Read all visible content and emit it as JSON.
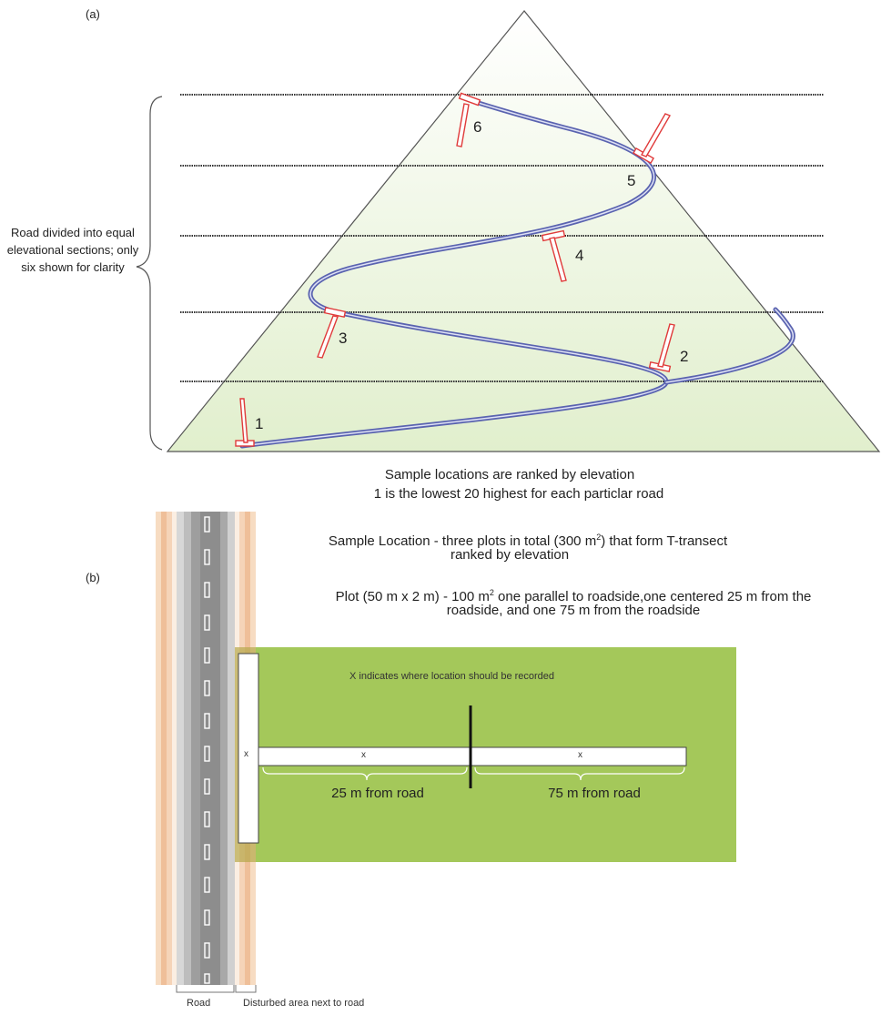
{
  "panel_a": {
    "label": "(a)",
    "sections_note": "Road divided into equal elevational sections; only six shown for clarity",
    "sample_markers": [
      "1",
      "2",
      "3",
      "4",
      "5",
      "6"
    ],
    "caption_line1": "Sample locations are ranked by elevation",
    "caption_line2": "1 is the lowest 20 highest for each particlar road"
  },
  "panel_b": {
    "label": "(b)",
    "sample_location_line1_pre": "Sample Location - three plots in total (300 m",
    "sample_location_sup": "2",
    "sample_location_line1_post": ") that form T-transect",
    "sample_location_line2": "ranked by elevation",
    "plot_line1_pre": "Plot (50 m x 2 m) - 100 m",
    "plot_sup": "2",
    "plot_line1_post": " one parallel to roadside,one centered 25 m from the",
    "plot_line2": "roadside, and one 75 m from the roadside",
    "x_note": "X indicates where location should be recorded",
    "plot_marker": "x",
    "dist_25": "25 m from road",
    "dist_75": "75 m from road",
    "road_label": "Road",
    "disturbed_label": "Disturbed area next to road"
  },
  "colors": {
    "mountain_fill": "#eef5e3",
    "road_line": "#5a63b0",
    "marker": "#e03a3a",
    "field": "#a4c85a",
    "road_gray": "#9e9e9e",
    "verge": "#f2c9a6"
  }
}
